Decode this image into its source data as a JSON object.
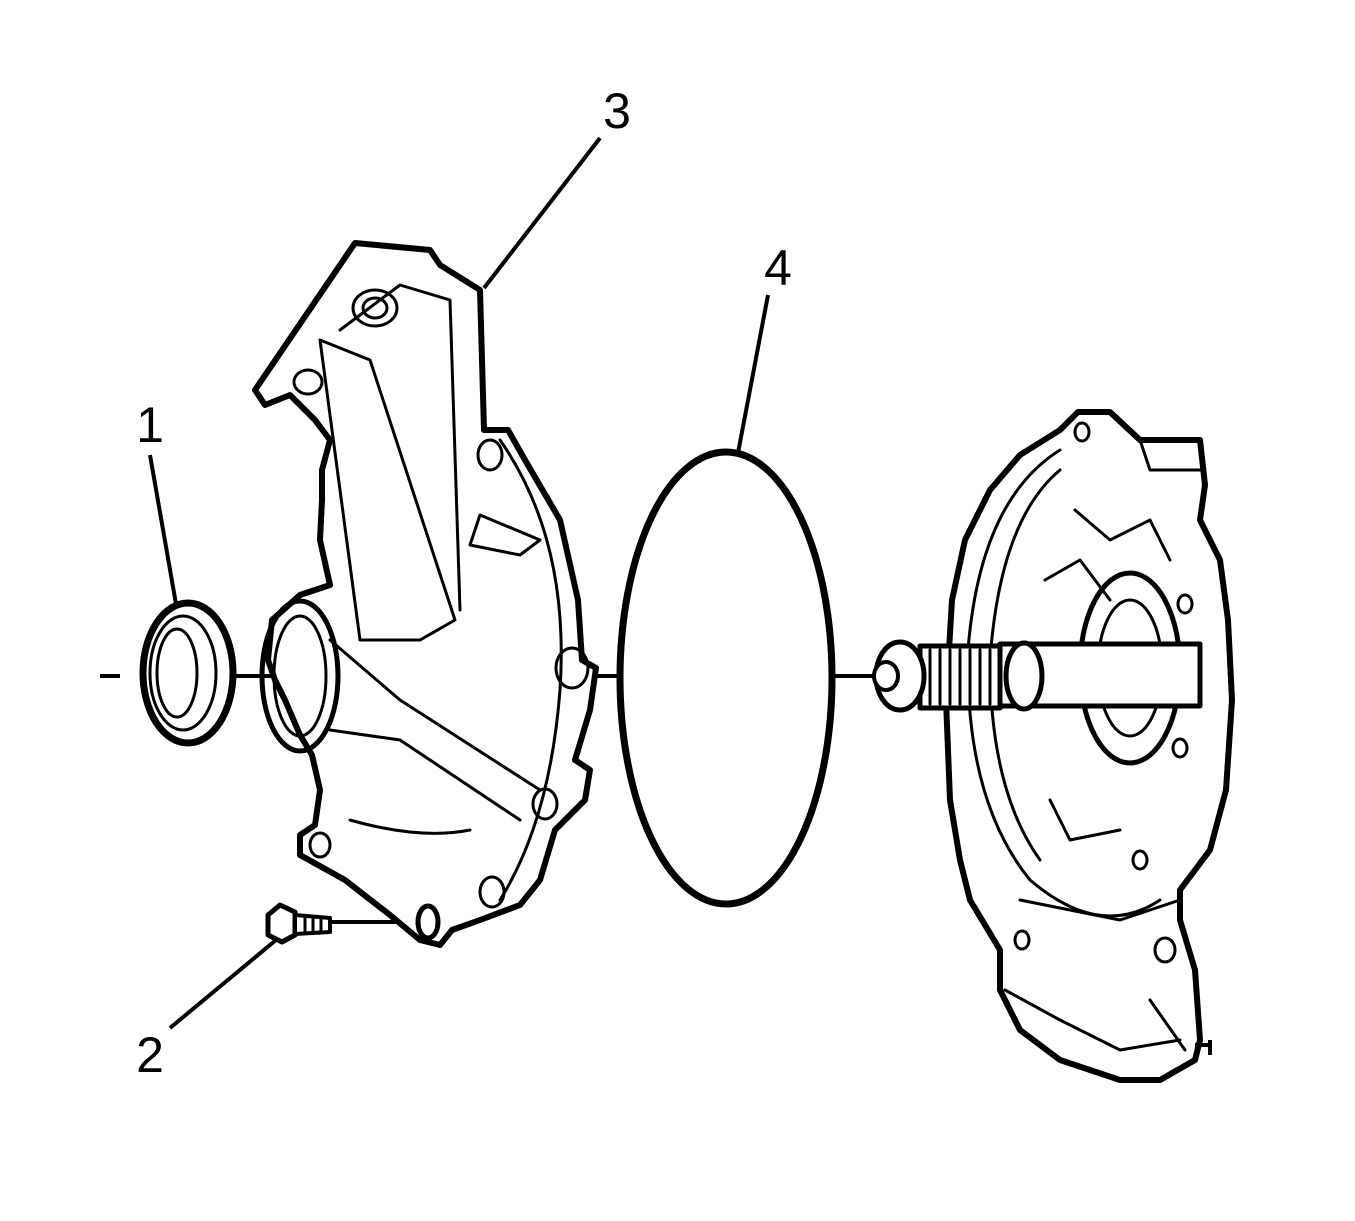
{
  "callouts": [
    {
      "number": "1"
    },
    {
      "number": "2"
    },
    {
      "number": "3"
    },
    {
      "number": "4"
    }
  ],
  "colors": {
    "line": "#000000",
    "background": "#ffffff"
  }
}
